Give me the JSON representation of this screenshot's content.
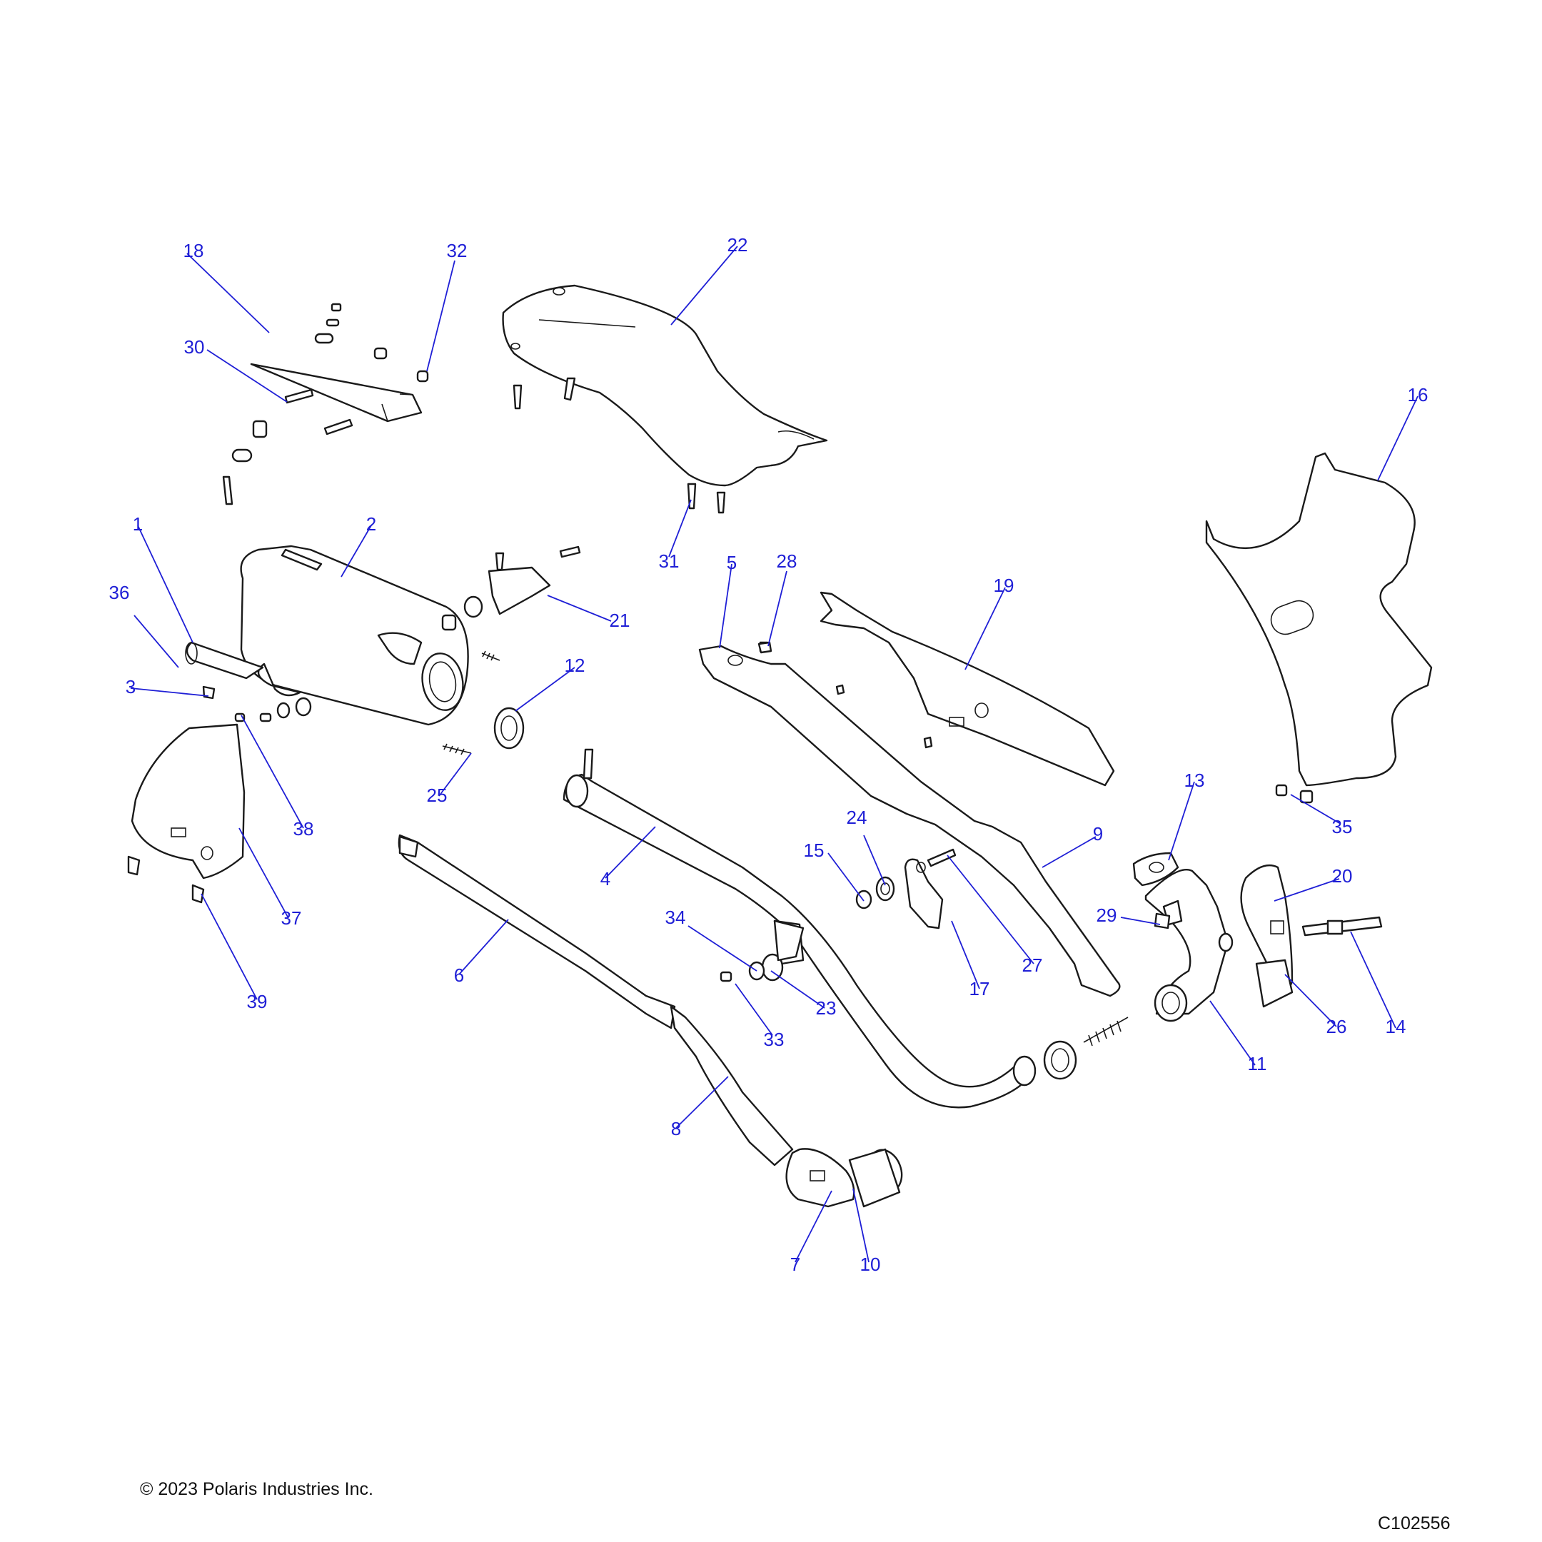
{
  "callouts": [
    "1",
    "2",
    "3",
    "4",
    "5",
    "6",
    "7",
    "8",
    "9",
    "10",
    "11",
    "12",
    "13",
    "14",
    "15",
    "16",
    "17",
    "18",
    "19",
    "20",
    "21",
    "22",
    "23",
    "24",
    "25",
    "26",
    "27",
    "28",
    "29",
    "30",
    "31",
    "32",
    "33",
    "34",
    "35",
    "36",
    "37",
    "38",
    "39"
  ],
  "footer": {
    "copyright": "© 2023 Polaris Industries Inc.",
    "drawing_id": "C102556"
  },
  "colors": {
    "callout": "#1f1fd6",
    "line_art": "#1a1a1a",
    "background": "#ffffff"
  }
}
